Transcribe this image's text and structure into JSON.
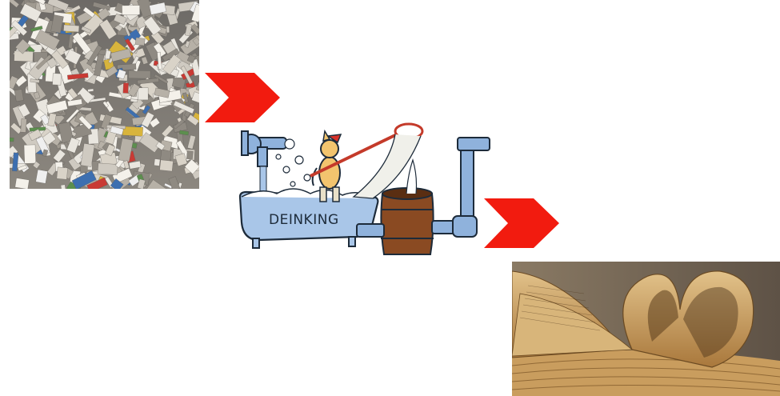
{
  "colors": {
    "arrow": "#f21b0f",
    "water": "#a9c6e8",
    "pipe": "#8fb2dc",
    "outline": "#1d2b3a",
    "barrel": "#8a4a22",
    "paper_gray": "#9a948c",
    "book_paper": "#d6b176",
    "book_shadow": "#5a3c1c"
  },
  "flow": {
    "step1": {
      "image": "waste-paper-pile-photo"
    },
    "arrow1": {
      "icon": "right-chevron-arrow-icon"
    },
    "step2": {
      "image": "deinking-cartoon",
      "label": "DEINKING"
    },
    "arrow2": {
      "icon": "right-chevron-arrow-icon"
    },
    "step3": {
      "image": "book-pages-heart-photo"
    }
  }
}
